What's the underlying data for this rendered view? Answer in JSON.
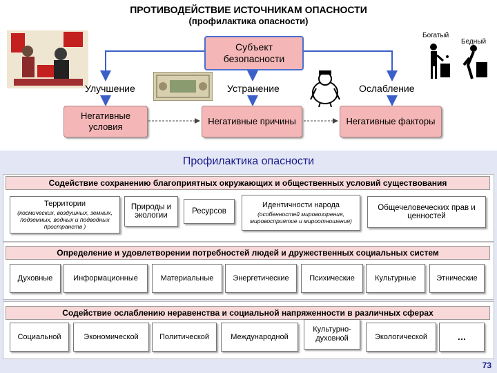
{
  "header": {
    "title": "ПРОТИВОДЕЙСТВИЕ ИСТОЧНИКАМ ОПАСНОСТИ",
    "subtitle": "(профилактика опасности)"
  },
  "subject": "Субъект безопасности",
  "people": {
    "rich": "Богатый",
    "poor": "Бедный"
  },
  "actions": [
    "Улучшение",
    "Устранение",
    "Ослабление"
  ],
  "negatives": [
    "Негативные условия",
    "Негативные причины",
    "Негативные факторы"
  ],
  "prophylaxis_title": "Профилактика опасности",
  "section1": {
    "band": "Содействие сохранению благоприятных окружающих и общественных условий существования",
    "territory_title": "Территории",
    "territory_note": "(космических, воздушных, земных, подземных, водных и подводных пространств )",
    "nature": "Природы и экологии",
    "resources": "Ресурсов",
    "identity_title": "Идентичности народа",
    "identity_note": "(особенностей мировоззрения, мировосприятие и мироотношения)",
    "rights": "Общечеловеческих прав и ценностей"
  },
  "section2": {
    "band": "Определение и удовлетворении потребностей людей и дружественных социальных систем",
    "items": [
      "Духовные",
      "Информационные",
      "Материальные",
      "Энергетические",
      "Психические",
      "Культурные",
      "Этнические"
    ]
  },
  "section3": {
    "band": "Содействие ослаблению неравенства и социальной напряженности в различных сферах",
    "items": [
      "Социальной",
      "Экономической",
      "Политической",
      "Международной",
      "Культурно-духовной",
      "Экологической",
      "…"
    ]
  },
  "page_number": "73",
  "colors": {
    "box_fill": "#f4b6b6",
    "arrow_blue": "#3a5fc8",
    "section_band": "#f8d8d8",
    "lower_bg": "#e3e6f5"
  }
}
